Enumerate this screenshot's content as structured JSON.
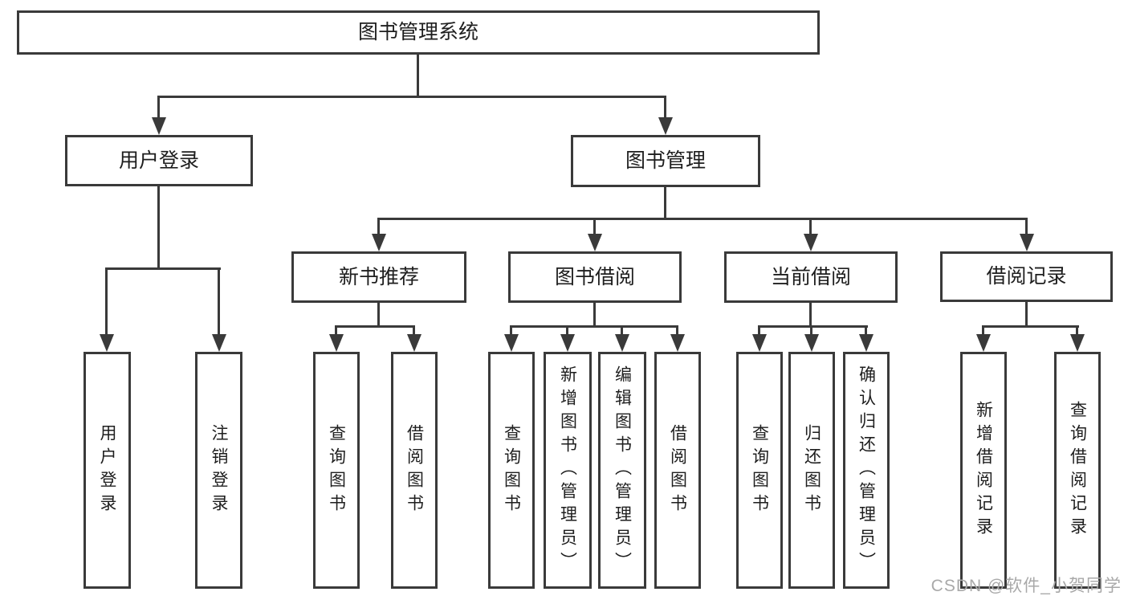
{
  "tree": {
    "label": "图书管理系统",
    "children": [
      {
        "label": "用户登录",
        "children": [
          {
            "label": "用户登录"
          },
          {
            "label": "注销登录"
          }
        ]
      },
      {
        "label": "图书管理",
        "children": [
          {
            "label": "新书推荐",
            "children": [
              {
                "label": "查询图书"
              },
              {
                "label": "借阅图书"
              }
            ]
          },
          {
            "label": "图书借阅",
            "children": [
              {
                "label": "查询图书"
              },
              {
                "label": "新增图书（管理员）"
              },
              {
                "label": "编辑图书（管理员）"
              },
              {
                "label": "借阅图书"
              }
            ]
          },
          {
            "label": "当前借阅",
            "children": [
              {
                "label": "查询图书"
              },
              {
                "label": "归还图书"
              },
              {
                "label": "确认归还（管理员）"
              }
            ]
          },
          {
            "label": "借阅记录",
            "children": [
              {
                "label": "新增借阅记录"
              },
              {
                "label": "查询借阅记录"
              }
            ]
          }
        ]
      }
    ]
  },
  "watermark": {
    "text": "CSDN @软件_小贺同学"
  },
  "colors": {
    "line": "#3a3a3a",
    "text": "#1e1e1e",
    "watermark": "#a9a9a9",
    "background": "#ffffff"
  }
}
